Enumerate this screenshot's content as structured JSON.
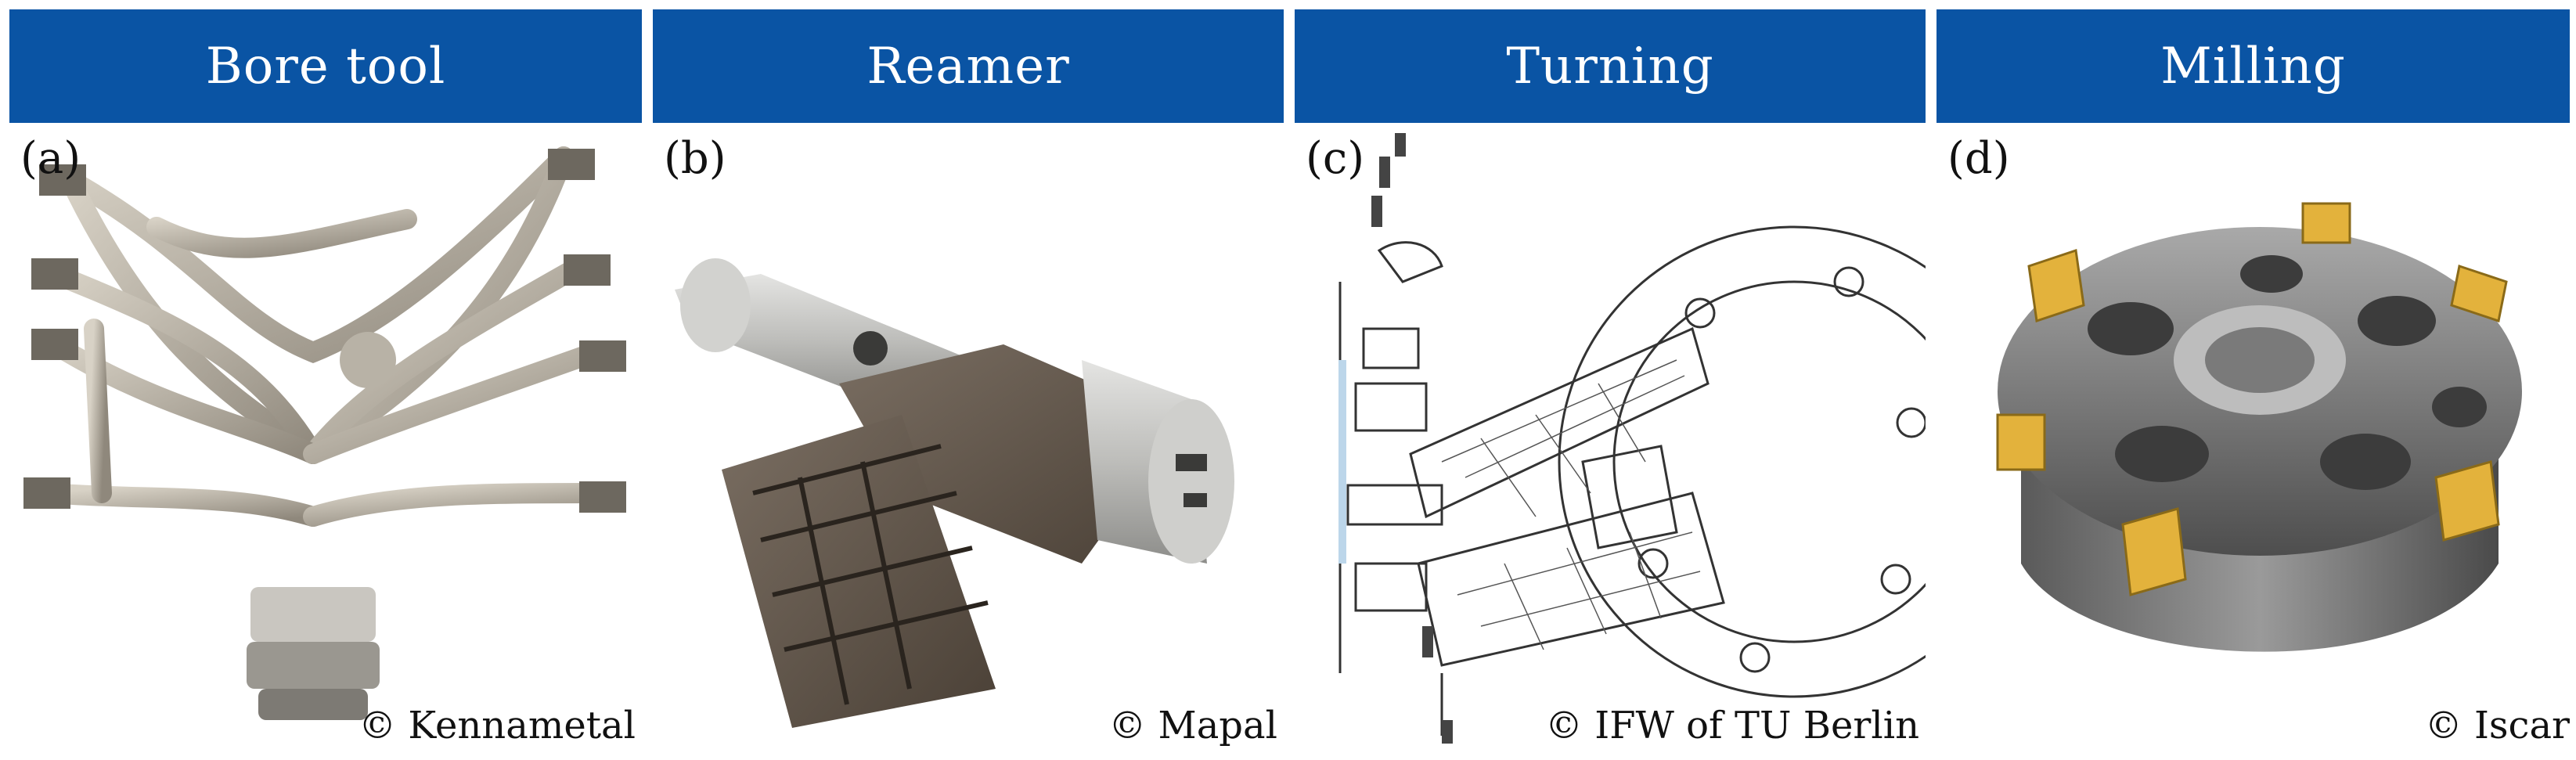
{
  "colors": {
    "header_bg": "#0a54a4",
    "header_text": "#ffffff"
  },
  "panels": [
    {
      "header": "Bore tool",
      "label": "(a)",
      "credit": "© Kennametal"
    },
    {
      "header": "Reamer",
      "label": "(b)",
      "credit": "© Mapal"
    },
    {
      "header": "Turning",
      "label": "(c)",
      "credit": "© IFW of TU Berlin"
    },
    {
      "header": "Milling",
      "label": "(d)",
      "credit": "© Iscar"
    }
  ]
}
